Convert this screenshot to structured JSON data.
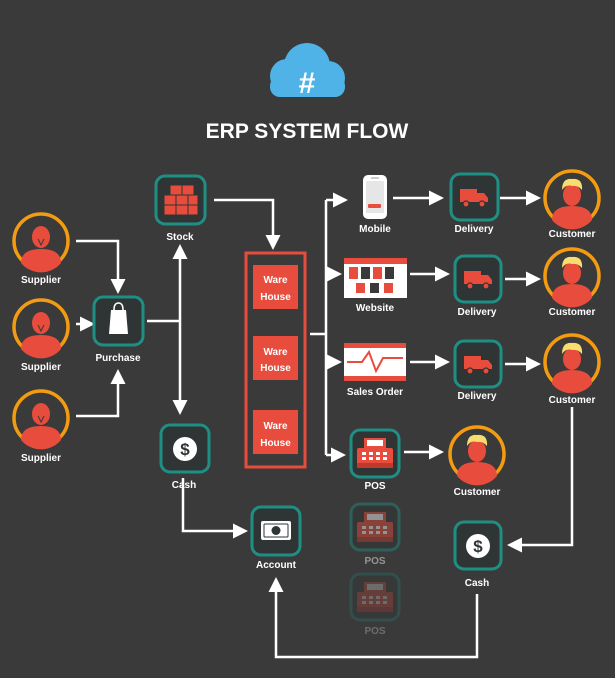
{
  "title": "ERP SYSTEM FLOW",
  "logo": {
    "icon": "cloud-hash-icon",
    "symbol": "#"
  },
  "colors": {
    "background": "#3a3a3a",
    "teal_border": "#1f8f84",
    "node_fill": "#2f3535",
    "person_ring": "#f39c12",
    "red": "#e74c3c",
    "cloud": "#4fb3e8",
    "white": "#ffffff"
  },
  "labels": {
    "supplier_1": "Supplier",
    "supplier_2": "Supplier",
    "supplier_3": "Supplier",
    "purchase": "Purchase",
    "stock": "Stock",
    "cash_left": "Cash",
    "account": "Account",
    "warehouse_1a": "Ware",
    "warehouse_1b": "House",
    "warehouse_2a": "Ware",
    "warehouse_2b": "House",
    "warehouse_3a": "Ware",
    "warehouse_3b": "House",
    "mobile": "Mobile",
    "website": "Website",
    "sales_order": "Sales Order",
    "pos_1": "POS",
    "pos_2": "POS",
    "pos_3": "POS",
    "delivery_1": "Delivery",
    "delivery_2": "Delivery",
    "delivery_3": "Delivery",
    "customer_1": "Customer",
    "customer_2": "Customer",
    "customer_3": "Customer",
    "customer_4": "Customer",
    "cash_right": "Cash"
  }
}
